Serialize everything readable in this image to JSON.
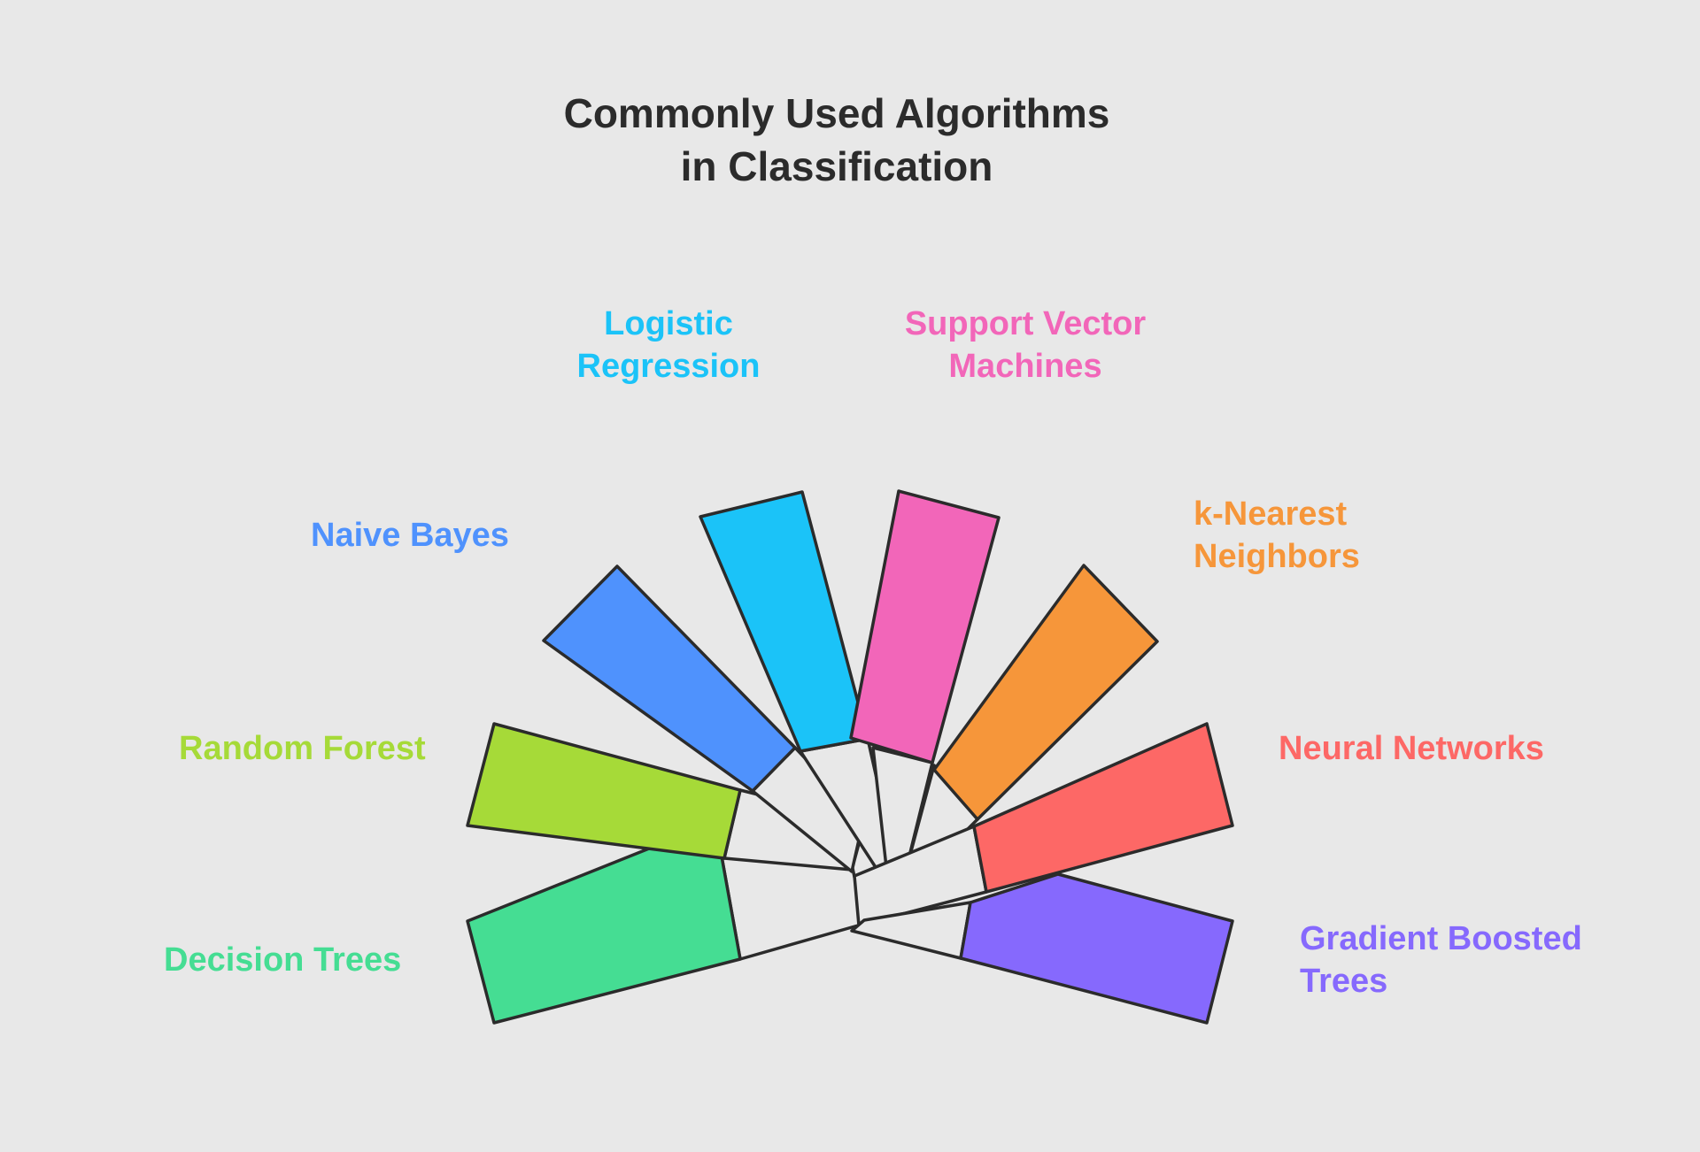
{
  "title": {
    "line1": "Commonly Used Algorithms",
    "line2": "in Classification"
  },
  "items": [
    {
      "lines": [
        "Decision Trees"
      ],
      "color": "#45dd93"
    },
    {
      "lines": [
        "Random Forest"
      ],
      "color": "#a6da38"
    },
    {
      "lines": [
        "Naive Bayes"
      ],
      "color": "#4f92fd"
    },
    {
      "lines": [
        "Logistic",
        "Regression"
      ],
      "color": "#1bc3f8"
    },
    {
      "lines": [
        "Support Vector",
        "Machines"
      ],
      "color": "#f266b9"
    },
    {
      "lines": [
        "k-Nearest",
        "Neighbors"
      ],
      "color": "#f6963a"
    },
    {
      "lines": [
        "Neural Networks"
      ],
      "color": "#fd6866"
    },
    {
      "lines": [
        "Gradient Boosted",
        "Trees"
      ],
      "color": "#8669fd"
    }
  ],
  "stroke_color": "#2b2b2b"
}
